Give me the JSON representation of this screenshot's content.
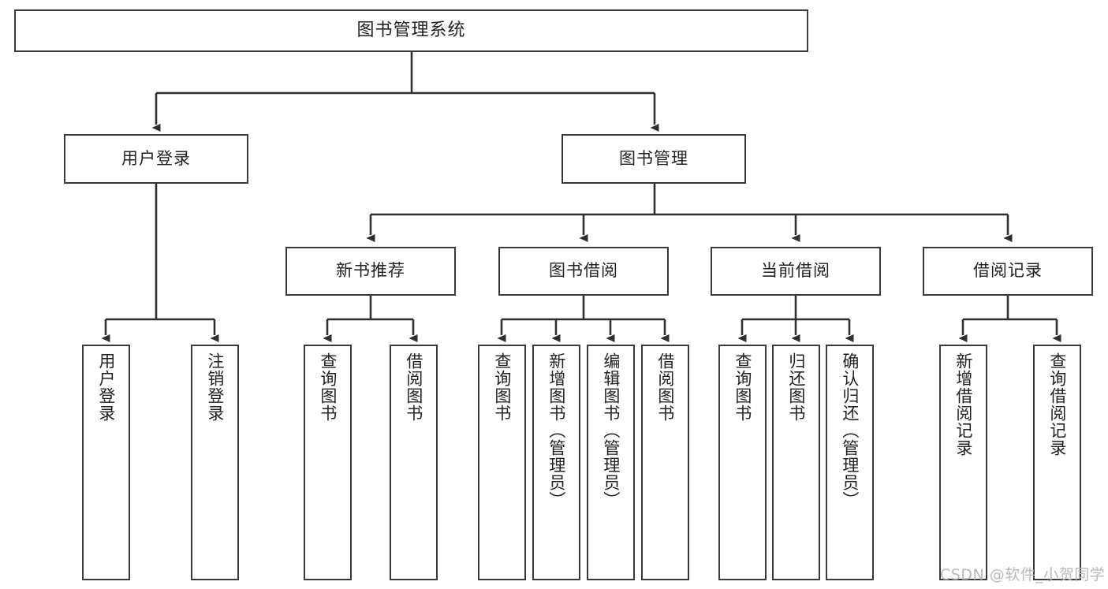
{
  "diagram": {
    "type": "tree-hierarchy",
    "title": "图书管理系统",
    "root": {
      "id": "root",
      "label": "图书管理系统"
    },
    "level2": [
      {
        "id": "user-login",
        "label": "用户登录"
      },
      {
        "id": "book-manage",
        "label": "图书管理"
      }
    ],
    "level3": [
      {
        "id": "new-book-recommend",
        "label": "新书推荐",
        "parent": "book-manage"
      },
      {
        "id": "book-borrow",
        "label": "图书借阅",
        "parent": "book-manage"
      },
      {
        "id": "current-borrow",
        "label": "当前借阅",
        "parent": "book-manage"
      },
      {
        "id": "borrow-record",
        "label": "借阅记录",
        "parent": "book-manage"
      }
    ],
    "leaves": {
      "user_login": [
        {
          "id": "leaf-user-login",
          "label": "用户登录"
        },
        {
          "id": "leaf-logout",
          "label": "注销登录"
        }
      ],
      "new_book_recommend": [
        {
          "id": "leaf-query-book-1",
          "label": "查询图书"
        },
        {
          "id": "leaf-borrow-book-1",
          "label": "借阅图书"
        }
      ],
      "book_borrow": [
        {
          "id": "leaf-query-book-2",
          "label": "查询图书"
        },
        {
          "id": "leaf-add-book",
          "label": "新增图书（管理员）"
        },
        {
          "id": "leaf-edit-book",
          "label": "编辑图书（管理员）"
        },
        {
          "id": "leaf-borrow-book-2",
          "label": "借阅图书"
        }
      ],
      "current_borrow": [
        {
          "id": "leaf-query-book-3",
          "label": "查询图书"
        },
        {
          "id": "leaf-return-book",
          "label": "归还图书"
        },
        {
          "id": "leaf-confirm-return",
          "label": "确认归还（管理员）"
        }
      ],
      "borrow_record": [
        {
          "id": "leaf-add-record",
          "label": "新增借阅记录"
        },
        {
          "id": "leaf-query-record",
          "label": "查询借阅记录"
        }
      ]
    }
  },
  "watermark": {
    "text": "CSDN @软件_小贺同学"
  },
  "colors": {
    "box_border": "#3a3a3a",
    "box_fill": "#ffffff",
    "line": "#2f2f2f",
    "text": "#222222",
    "watermark": "#b9b9b9",
    "background": "#ffffff"
  }
}
